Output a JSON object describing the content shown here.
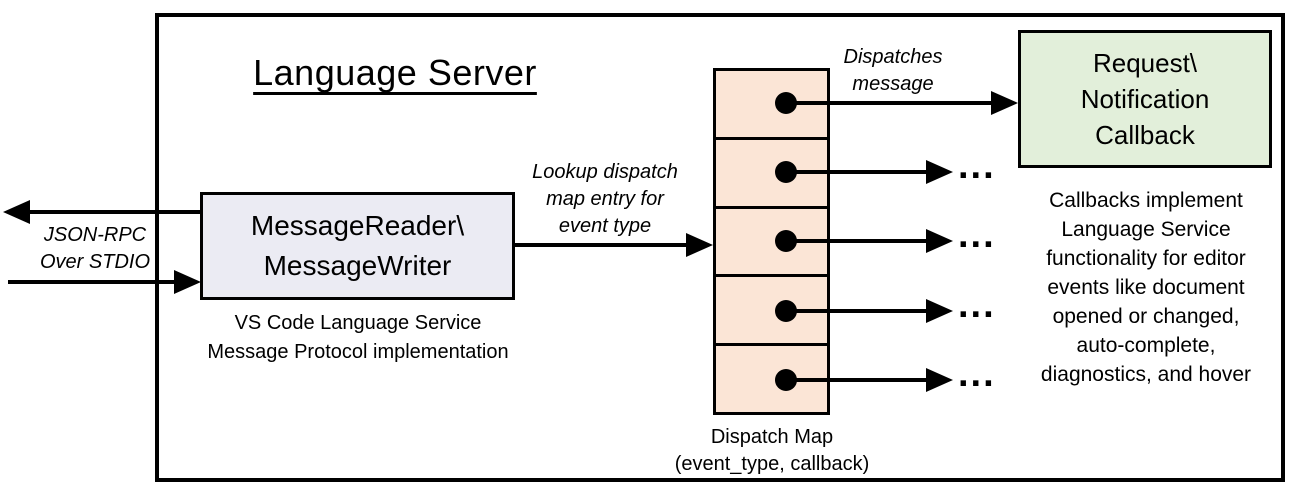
{
  "diagram": {
    "title": "Language Server",
    "io_label": {
      "line1": "JSON-RPC",
      "line2": "Over STDIO"
    },
    "reader_box": {
      "line1": "MessageReader\\",
      "line2": "MessageWriter"
    },
    "reader_caption": {
      "line1": "VS Code Language Service",
      "line2": "Message Protocol implementation"
    },
    "lookup_label": {
      "line1": "Lookup dispatch",
      "line2": "map entry for",
      "line3": "event type"
    },
    "dispatches_label": {
      "line1": "Dispatches",
      "line2": "message"
    },
    "callback_box": {
      "line1": "Request\\",
      "line2": "Notification",
      "line3": "Callback"
    },
    "callback_caption_lines": [
      "Callbacks implement",
      "Language Service",
      "functionality for editor",
      "events like document",
      "opened or changed,",
      "auto-complete,",
      "diagnostics, and hover"
    ],
    "map_caption": {
      "line1": "Dispatch Map",
      "line2": "(event_type, callback)"
    },
    "ellipsis": "...",
    "dispatch_map_entries": 5,
    "colors": {
      "line": "#000000",
      "reader_fill": "#EBEBF3",
      "map_fill": "#FBE5D6",
      "callback_fill": "#E2EFDA"
    }
  }
}
